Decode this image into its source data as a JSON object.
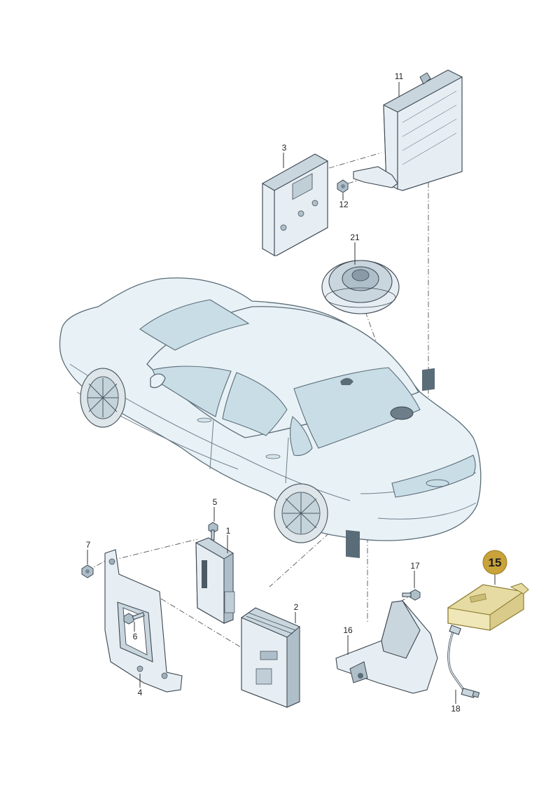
{
  "labels": {
    "p1": "1",
    "p2": "2",
    "p3": "3",
    "p4": "4",
    "p5": "5",
    "p6": "6",
    "p7": "7",
    "p11": "11",
    "p12": "12",
    "p15": "15",
    "p16": "16",
    "p17": "17",
    "p18": "18",
    "p21": "21"
  },
  "colors": {
    "highlight_badge": "#c9a33a",
    "highlight_part": "#f0e7b8"
  }
}
